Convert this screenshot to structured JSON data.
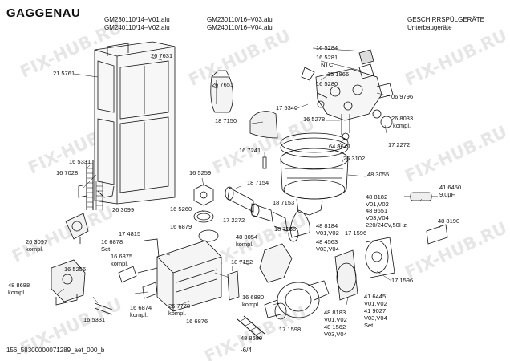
{
  "header": {
    "brand": "GAGGENAU",
    "models_col1": [
      "GM230110/14–V01,alu",
      "GM240110/14–V02,alu"
    ],
    "models_col2": [
      "GM230110/16–V03,alu",
      "GM240110/16–V04,alu"
    ],
    "category": [
      "GESCHIRRSPÜLGERÄTE",
      "Unterbaugeräte"
    ]
  },
  "footer": {
    "doc_id": "156_58300000071289_aet_000_b",
    "page": "-6/4"
  },
  "watermark": "FIX-HUB.RU",
  "parts": [
    {
      "name": "part-267631",
      "lines": [
        "26 7631"
      ]
    },
    {
      "name": "part-215761",
      "lines": [
        "21 5761"
      ]
    },
    {
      "name": "part-267651",
      "lines": [
        "26 7651"
      ]
    },
    {
      "name": "part-187150",
      "lines": [
        "18 7150"
      ]
    },
    {
      "name": "part-165331-top",
      "lines": [
        "16 5331"
      ]
    },
    {
      "name": "part-167028",
      "lines": [
        "16 7028"
      ]
    },
    {
      "name": "part-167241",
      "lines": [
        "16 7241"
      ]
    },
    {
      "name": "part-165259",
      "lines": [
        "16 5259"
      ]
    },
    {
      "name": "part-263099",
      "lines": [
        "26 3099"
      ]
    },
    {
      "name": "part-165260",
      "lines": [
        "16 5260"
      ]
    },
    {
      "name": "part-187154",
      "lines": [
        "18 7154"
      ]
    },
    {
      "name": "part-172272-mid",
      "lines": [
        "17 2272"
      ]
    },
    {
      "name": "part-263097",
      "lines": [
        "26 3097",
        "kompl."
      ]
    },
    {
      "name": "part-174815",
      "lines": [
        "17 4815"
      ]
    },
    {
      "name": "part-166879",
      "lines": [
        "16 6879"
      ]
    },
    {
      "name": "part-166878",
      "lines": [
        "16 6878",
        "Set"
      ]
    },
    {
      "name": "part-187153",
      "lines": [
        "18 7153"
      ]
    },
    {
      "name": "part-187155",
      "lines": [
        "18 7155"
      ]
    },
    {
      "name": "part-483054",
      "lines": [
        "48 3054",
        "kompl."
      ]
    },
    {
      "name": "part-166875",
      "lines": [
        "16 6875",
        "kompl."
      ]
    },
    {
      "name": "part-165256",
      "lines": [
        "16 5256"
      ]
    },
    {
      "name": "part-488688",
      "lines": [
        "48 8688",
        "kompl."
      ]
    },
    {
      "name": "part-187152",
      "lines": [
        "18 7152"
      ]
    },
    {
      "name": "part-166874",
      "lines": [
        "16 6874",
        "kompl."
      ]
    },
    {
      "name": "part-267778",
      "lines": [
        "26 7778",
        "kompl."
      ]
    },
    {
      "name": "part-166880",
      "lines": [
        "16 6880",
        "kompl."
      ]
    },
    {
      "name": "part-165331-bottom",
      "lines": [
        "16 5331"
      ]
    },
    {
      "name": "part-166876",
      "lines": [
        "16 6876"
      ]
    },
    {
      "name": "part-488689",
      "lines": [
        "48 8689"
      ]
    },
    {
      "name": "part-171598",
      "lines": [
        "17 1598"
      ]
    },
    {
      "name": "part-165284",
      "lines": [
        "16 5284"
      ]
    },
    {
      "name": "part-165281",
      "lines": [
        "16 5281",
        "NTC"
      ]
    },
    {
      "name": "part-151866",
      "lines": [
        "15 1866"
      ]
    },
    {
      "name": "part-165280",
      "lines": [
        "16 5280"
      ]
    },
    {
      "name": "part-069796",
      "lines": [
        "06 9796"
      ]
    },
    {
      "name": "part-175340",
      "lines": [
        "17 5340"
      ]
    },
    {
      "name": "part-268033",
      "lines": [
        "26 8033",
        "kompl."
      ]
    },
    {
      "name": "part-165278",
      "lines": [
        "16 5278"
      ]
    },
    {
      "name": "part-172272-right",
      "lines": [
        "17 2272"
      ]
    },
    {
      "name": "part-649641",
      "lines": [
        "64 9641"
      ]
    },
    {
      "name": "part-263102",
      "lines": [
        "26 3102"
      ]
    },
    {
      "name": "part-483055",
      "lines": [
        "48 3055"
      ]
    },
    {
      "name": "part-416450",
      "lines": [
        "41 6450",
        "9,0µF"
      ]
    },
    {
      "name": "part-488182",
      "lines": [
        "48 8182",
        "V01,V02"
      ]
    },
    {
      "name": "part-489651",
      "lines": [
        "48 9651",
        "V03,V04",
        "220/240V,50Hz"
      ]
    },
    {
      "name": "part-488190",
      "lines": [
        "48 8190"
      ]
    },
    {
      "name": "part-488184",
      "lines": [
        "48 8184",
        "V01,V02"
      ]
    },
    {
      "name": "part-484563",
      "lines": [
        "48 4563",
        "V03,V04"
      ]
    },
    {
      "name": "part-171596-a",
      "lines": [
        "17 1596"
      ]
    },
    {
      "name": "part-171596-b",
      "lines": [
        "17 1596"
      ]
    },
    {
      "name": "part-416445",
      "lines": [
        "41 6445",
        "V01,V02"
      ]
    },
    {
      "name": "part-419027",
      "lines": [
        "41 9027",
        "V03,V04",
        "Set"
      ]
    },
    {
      "name": "part-488183",
      "lines": [
        "48 8183",
        "V01,V02"
      ]
    },
    {
      "name": "part-481562",
      "lines": [
        "48 1562",
        "V03,V04"
      ]
    }
  ]
}
